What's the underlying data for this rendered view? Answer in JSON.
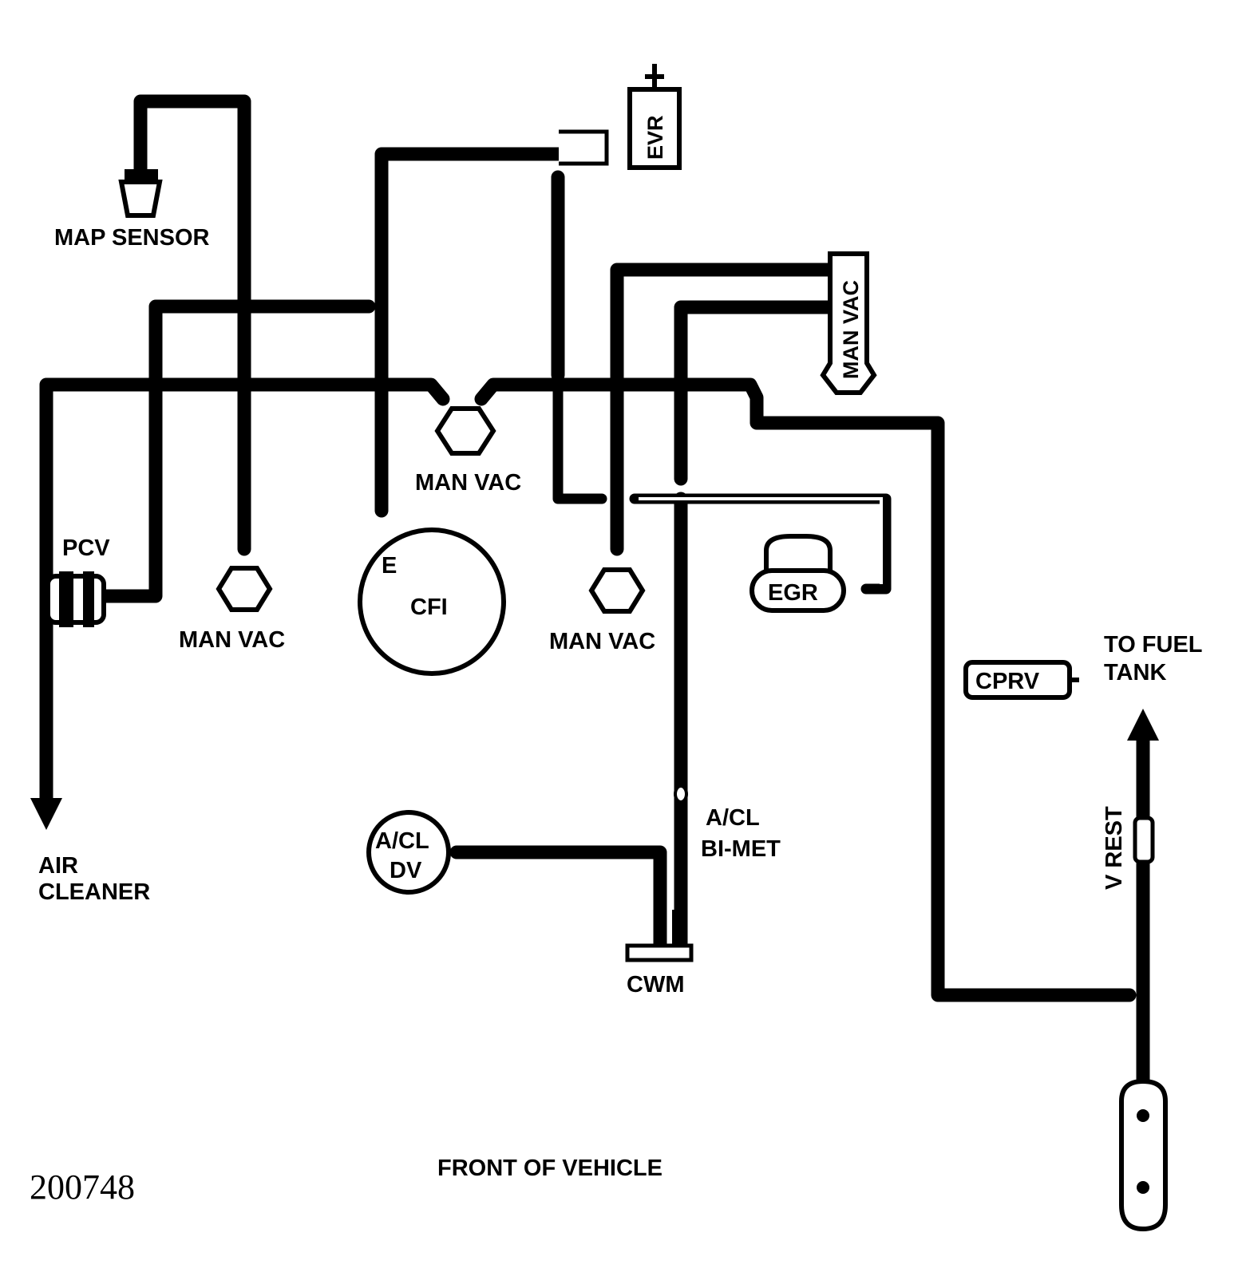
{
  "labels": {
    "map_sensor": "MAP SENSOR",
    "evr": "EVR",
    "man_vac_top_right": "MAN VAC",
    "man_vac_center": "MAN VAC",
    "pcv": "PCV",
    "cfi_e": "E",
    "cfi": "CFI",
    "man_vac_left": "MAN VAC",
    "man_vac_mid": "MAN VAC",
    "egr": "EGR",
    "to_fuel_tank_1": "TO FUEL",
    "to_fuel_tank_2": "TANK",
    "cprv": "CPRV",
    "acl_bimet_1": "A/CL",
    "acl_bimet_2": "BI-MET",
    "acl_dv_1": "A/CL",
    "acl_dv_2": "DV",
    "air_cleaner_1": "AIR",
    "air_cleaner_2": "CLEANER",
    "v_rest": "V REST",
    "cwm": "CWM",
    "front_of_vehicle": "FRONT OF VEHICLE",
    "figure_number": "200748"
  },
  "colors": {
    "line": "#000000",
    "background": "#ffffff"
  }
}
